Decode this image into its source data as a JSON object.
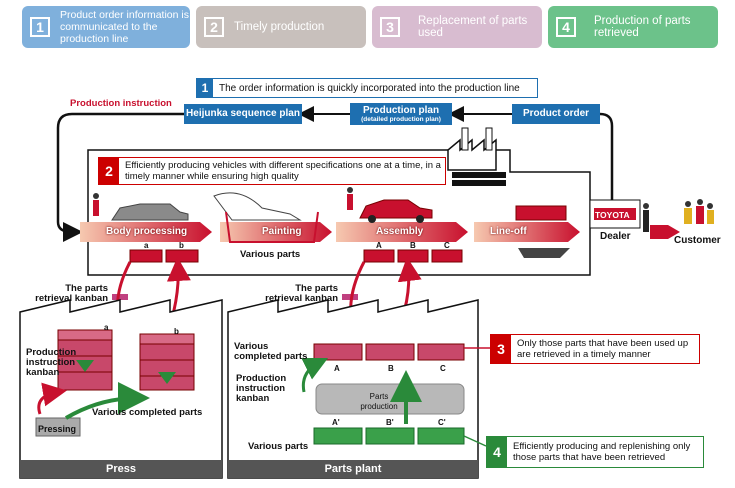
{
  "tabs": [
    {
      "num": "1",
      "text": "Product order information is communicated to the production line",
      "color": "#7fb0dc"
    },
    {
      "num": "2",
      "text": "Timely production",
      "color": "#c8c0bc"
    },
    {
      "num": "3",
      "text": "Replacement of parts used",
      "color": "#d8bcd0"
    },
    {
      "num": "4",
      "text": "Production of parts retrieved",
      "color": "#6cc28a"
    }
  ],
  "step1": {
    "num": "1",
    "text": "The order information is quickly incorporated into the production line"
  },
  "production_instruction": "Production instruction",
  "plans": {
    "heijunka": "Heijunka sequence plan",
    "production_plan": "Production plan",
    "production_plan_sub": "(detailed production plan)",
    "product_order": "Product order"
  },
  "step2": {
    "num": "2",
    "text": "Efficiently producing vehicles with different specifications one at a time, in a timely manner while ensuring high quality"
  },
  "stages": {
    "body": "Body processing",
    "painting": "Painting",
    "assembly": "Assembly",
    "lineoff": "Line-off"
  },
  "various_parts": "Various parts",
  "dealer_sign": "TOYOTA",
  "dealer": "Dealer",
  "customer": "Customer",
  "part_letters": {
    "a": "a",
    "b": "b",
    "A": "A",
    "B": "B",
    "C": "C",
    "A2": "A'",
    "B2": "B'",
    "C2": "C'"
  },
  "kanban_retrieval_1": "The parts retrieval kanban",
  "kanban_retrieval_2": "The parts retrieval kanban",
  "press": {
    "prod_kanban": "Production instruction kanban",
    "completed": "Various completed parts",
    "pressing": "Pressing",
    "footer": "Press"
  },
  "plant": {
    "completed": "Various completed parts",
    "prod_kanban": "Production instruction kanban",
    "parts_production": "Parts production",
    "various": "Various parts",
    "footer": "Parts plant"
  },
  "step3": {
    "num": "3",
    "text": "Only those parts that have been used up are retrieved in a timely manner"
  },
  "step4": {
    "num": "4",
    "text": "Efficiently producing and replenishing only those parts that have been retrieved"
  }
}
